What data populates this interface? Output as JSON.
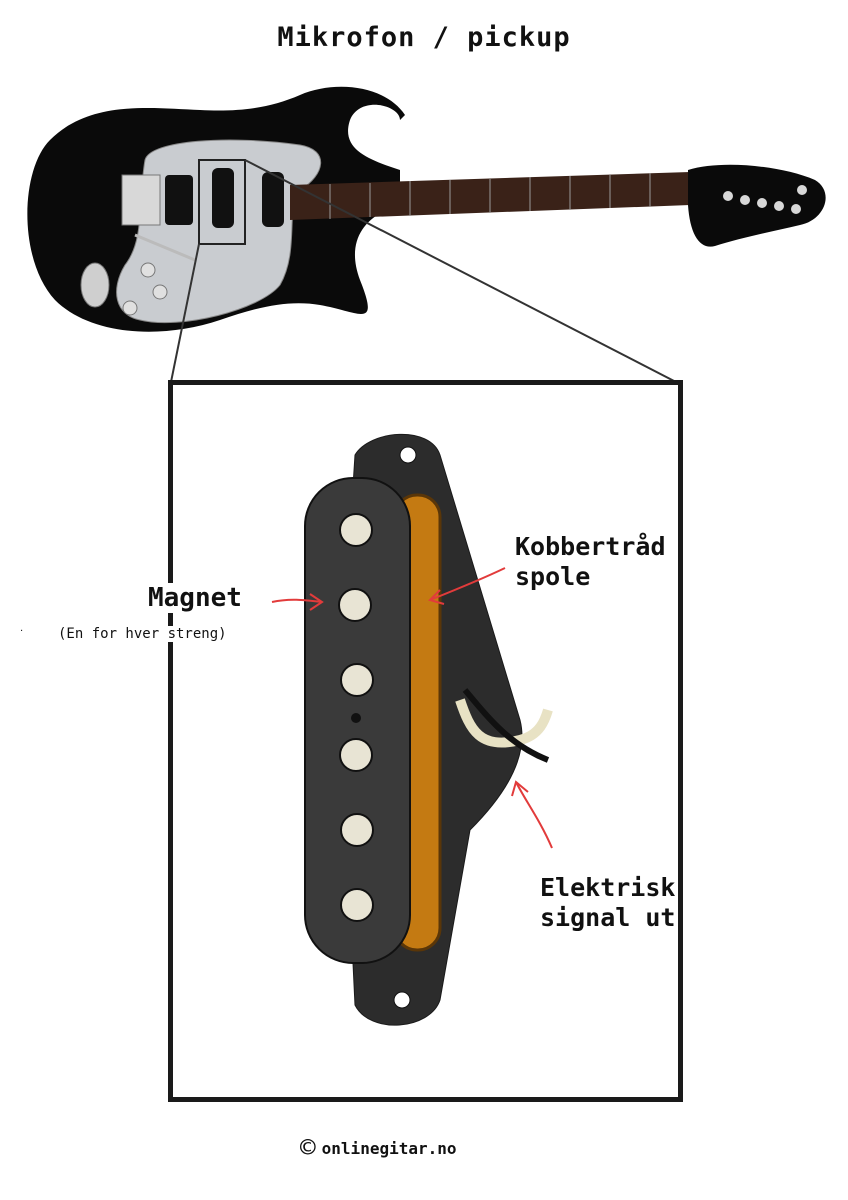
{
  "title": "Mikrofon / pickup",
  "labels": {
    "magnet": "Magnet",
    "magnet_sub": "(En for hver streng)",
    "coil_line1": "Kobbertråd",
    "coil_line2": "spole",
    "signal_line1": "Elektrisk",
    "signal_line2": "signal ut"
  },
  "footer": {
    "copyright_icon": "©",
    "site": "onlinegitar.no"
  },
  "colors": {
    "guitar_body": "#0a0a0a",
    "pickguard": "#c9ccd0",
    "fretboard": "#3a2218",
    "coil": "#c47a12",
    "arrow": "#e23b3b"
  }
}
